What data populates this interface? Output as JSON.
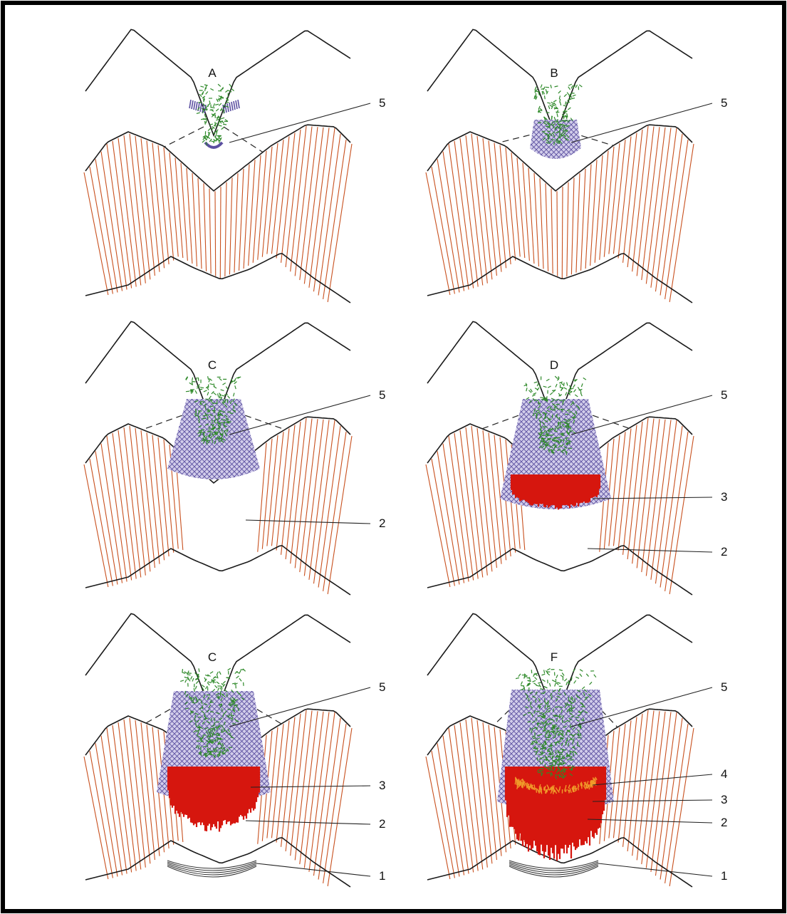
{
  "colors": {
    "frame": "#000000",
    "dentin_tubules": "#c8501e",
    "enamel_lesion": "#5b4fa0",
    "enamel_lesion_fill": "#c9c3e6",
    "plaque_bacteria": "#2f8a2a",
    "dentin_lesion": "#d6160e",
    "dentin_front": "#f09a2a",
    "outline": "#1a1a1a"
  },
  "panels": [
    {
      "id": "A",
      "stage": 0,
      "title": "A",
      "labels": [
        "5"
      ]
    },
    {
      "id": "B",
      "stage": 1,
      "title": "B",
      "labels": [
        "5"
      ]
    },
    {
      "id": "C1",
      "stage": 2,
      "title": "C",
      "labels": [
        "5",
        "2"
      ]
    },
    {
      "id": "D",
      "stage": 3,
      "title": "D",
      "labels": [
        "5",
        "3",
        "2"
      ]
    },
    {
      "id": "C2",
      "stage": 4,
      "title": "C",
      "labels": [
        "5",
        "3",
        "2",
        "1"
      ]
    },
    {
      "id": "F",
      "stage": 5,
      "title": "F",
      "labels": [
        "5",
        "4",
        "3",
        "2",
        "1"
      ]
    }
  ]
}
